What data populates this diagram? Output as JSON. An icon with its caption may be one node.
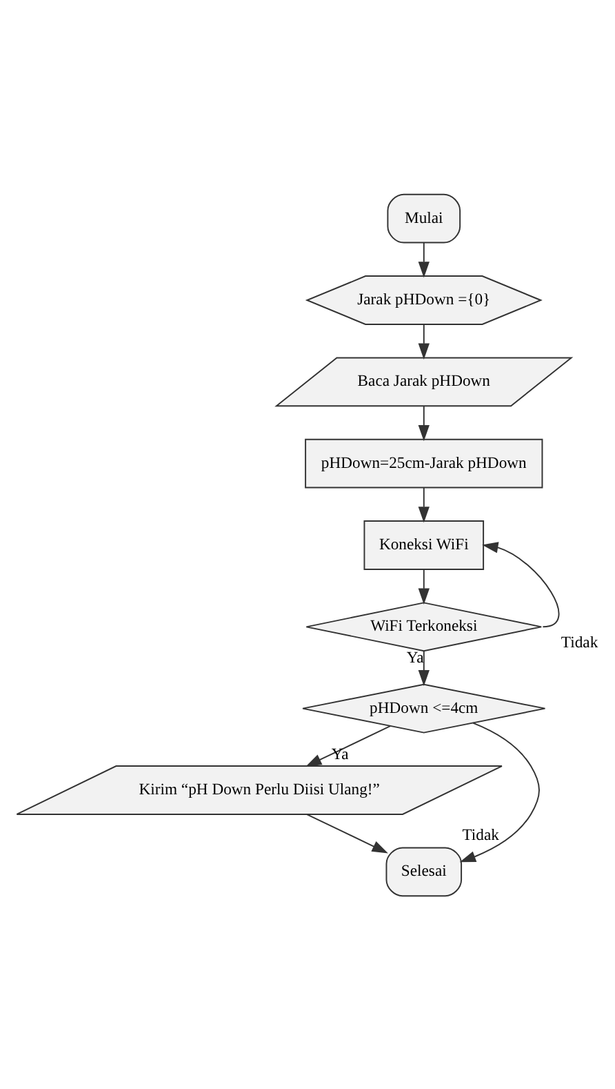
{
  "diagram": {
    "nodes": [
      {
        "text": [
          "Mulai"
        ]
      },
      {
        "text": [
          "Jarak pHDown ={0}"
        ]
      },
      {
        "text": [
          "Baca Jarak pHDown"
        ]
      },
      {
        "text": [
          "pHDown=25cm-Jarak pHDown"
        ]
      },
      {
        "text": [
          "Koneksi WiFi"
        ]
      },
      {
        "text": [
          "WiFi Terkoneksi"
        ]
      },
      {
        "text": [
          "pHDown <=4cm"
        ]
      },
      {
        "text": [
          "Kirim “pH Down Perlu Diisi Ulang!”"
        ]
      },
      {
        "text": [
          "Selesai"
        ]
      }
    ],
    "edges": [
      {
        "from": 0,
        "to": 1,
        "arrow": "to"
      },
      {
        "from": 1,
        "to": 2,
        "arrow": "to"
      },
      {
        "from": 2,
        "to": 3,
        "arrow": "to"
      },
      {
        "from": 3,
        "to": 4,
        "arrow": "to"
      },
      {
        "from": 4,
        "to": 5,
        "arrow": "to"
      },
      {
        "from": 5,
        "to": 4,
        "arrow": "to",
        "label": "Tidak"
      },
      {
        "from": 5,
        "to": 6,
        "arrow": "to",
        "label": "Ya"
      },
      {
        "from": 6,
        "to": 7,
        "arrow": "to",
        "label": "Ya"
      },
      {
        "from": 6,
        "to": 8,
        "arrow": "to",
        "label": "Tidak"
      },
      {
        "from": 7,
        "to": 8,
        "arrow": "to"
      }
    ]
  }
}
